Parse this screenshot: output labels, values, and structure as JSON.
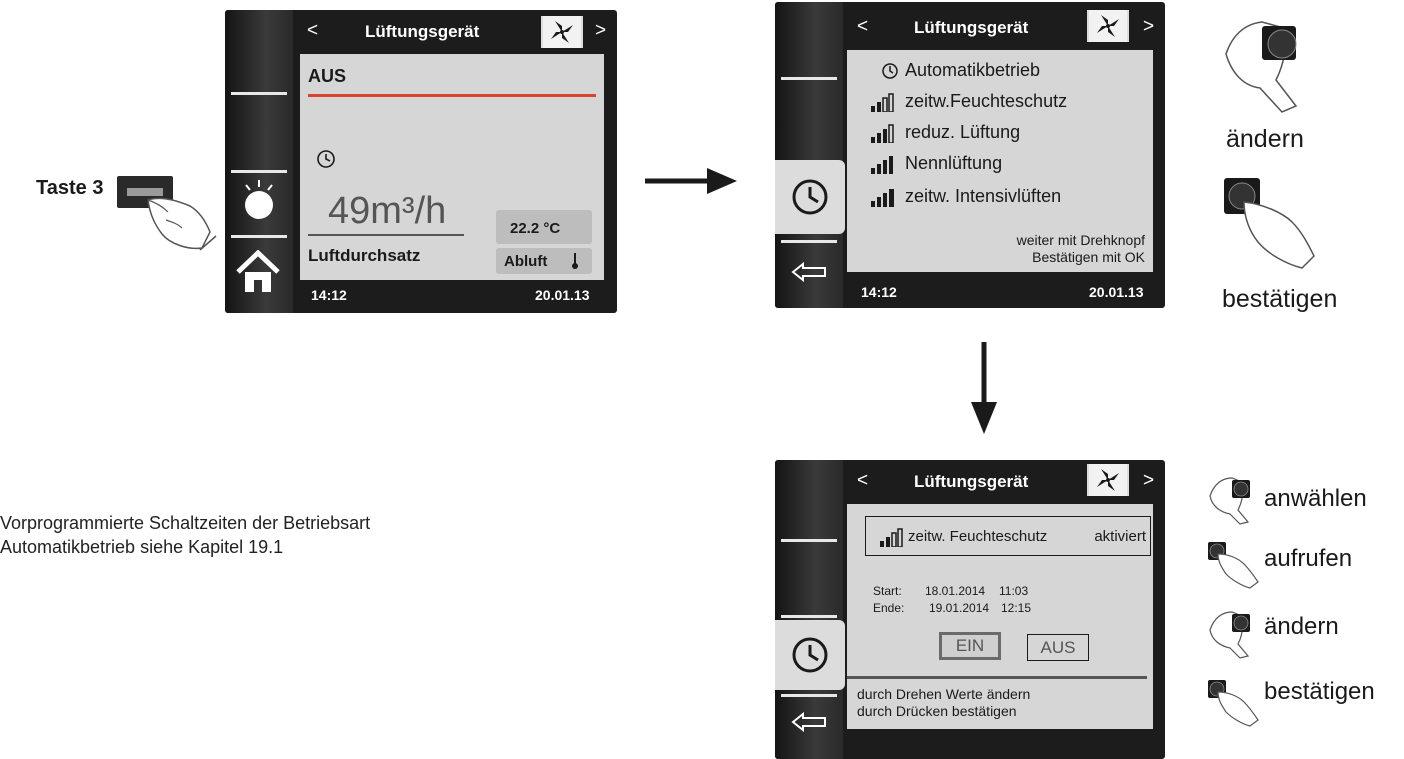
{
  "left_caption": "Taste 3",
  "screen1": {
    "title": "Lüftungsgerät",
    "mode": "AUS",
    "flow_value": "49m³/h",
    "flow_label": "Luftdurchsatz",
    "temp_value": "22.2 °C",
    "temp_label": "Abluft",
    "time": "14:12",
    "date": "20.01.13",
    "accent_color": "#d9442e"
  },
  "screen2": {
    "title": "Lüftungsgerät",
    "menu": [
      {
        "label": "Automatikbetrieb",
        "icon": "clock-icon"
      },
      {
        "label": "zeitw.Feuchteschutz",
        "icon": "bars-icon"
      },
      {
        "label": "reduz. Lüftung",
        "icon": "bars-icon"
      },
      {
        "label": "Nennlüftung",
        "icon": "bars-icon"
      },
      {
        "label": "zeitw. Intensivlüften",
        "icon": "bars-icon"
      }
    ],
    "hint_line1": "weiter mit Drehknopf",
    "hint_line2": "Bestätigen mit OK",
    "time": "14:12",
    "date": "20.01.13"
  },
  "screen3": {
    "title": "Lüftungsgerät",
    "mode_label": "zeitw. Feuchteschutz",
    "mode_status": "aktiviert",
    "start_label": "Start:",
    "start_date": "18.01.2014",
    "start_time": "11:03",
    "end_label": "Ende:",
    "end_date": "19.01.2014",
    "end_time": "12:15",
    "btn_on": "EIN",
    "btn_off": "AUS",
    "hint_line1": "durch Drehen Werte ändern",
    "hint_line2": "durch Drücken bestätigen"
  },
  "right_top": {
    "label_change": "ändern",
    "label_confirm": "bestätigen"
  },
  "right_bottom": {
    "step1": "anwählen",
    "step2": "aufrufen",
    "step3": "ändern",
    "step4": "bestätigen"
  },
  "note": {
    "line1": "Vorprogrammierte Schaltzeiten der Betriebsart",
    "line2": "Automatikbetrieb siehe Kapitel 19.1"
  }
}
